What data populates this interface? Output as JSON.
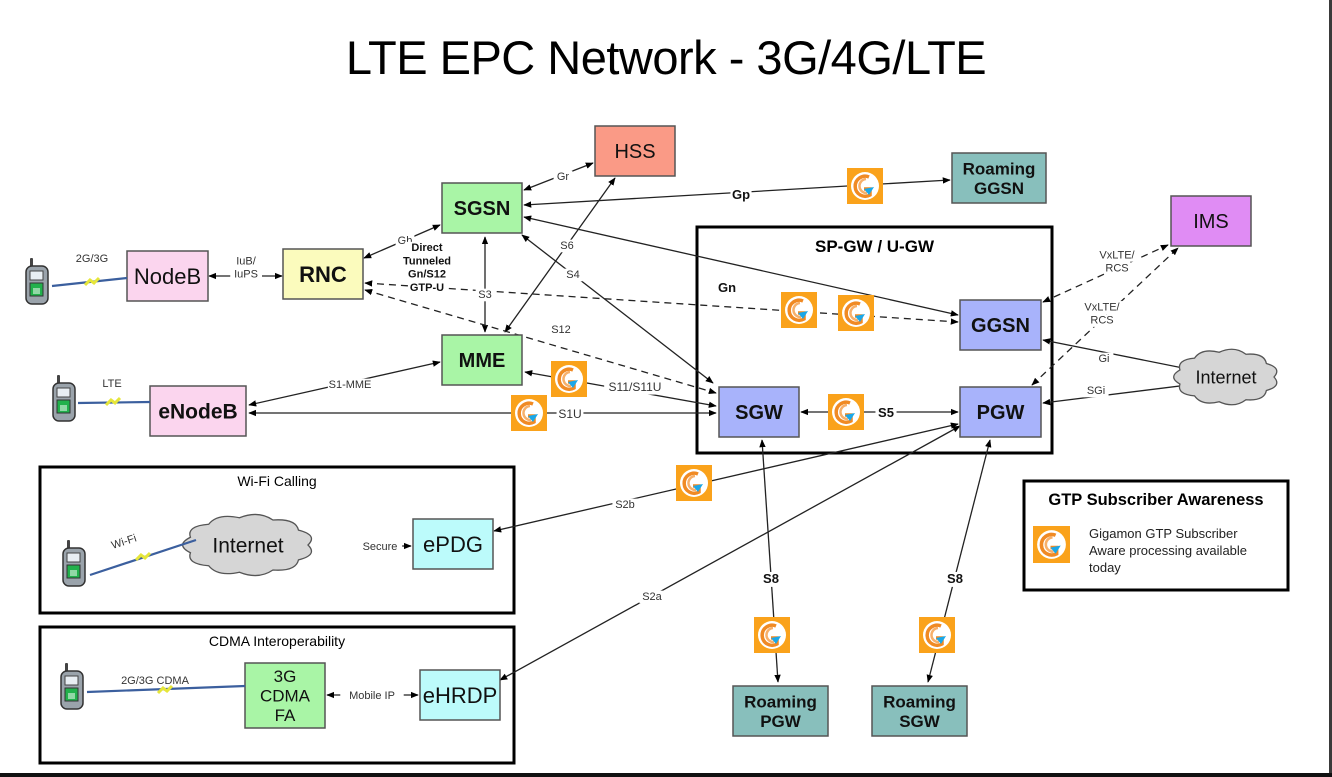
{
  "title": "LTE EPC Network - 3G/4G/LTE",
  "colors": {
    "pink": "#fbd5ee",
    "yellow": "#fbfbbd",
    "green": "#a9f5a6",
    "salmon": "#fa9a86",
    "teal": "#88bfbc",
    "blue": "#a8b3fb",
    "purple": "#e08cf4",
    "cyan": "#bcfbfb",
    "cloud": "#d6d6d6",
    "gigamon_orange": "#faa21b",
    "gigamon_blue": "#1aa7e8"
  },
  "nodes": [
    {
      "id": "nodeb",
      "label": [
        "NodeB"
      ],
      "color": "pink",
      "bold": false
    },
    {
      "id": "rnc",
      "label": [
        "RNC"
      ],
      "color": "yellow",
      "bold": true
    },
    {
      "id": "sgsn",
      "label": [
        "SGSN"
      ],
      "color": "green",
      "bold": true
    },
    {
      "id": "hss",
      "label": [
        "HSS"
      ],
      "color": "salmon",
      "bold": false
    },
    {
      "id": "roaming-ggsn",
      "label": [
        "Roaming",
        "GGSN"
      ],
      "color": "teal",
      "bold": true
    },
    {
      "id": "ims",
      "label": [
        "IMS"
      ],
      "color": "purple",
      "bold": false
    },
    {
      "id": "mme",
      "label": [
        "MME"
      ],
      "color": "green",
      "bold": true
    },
    {
      "id": "enodeb",
      "label": [
        "eNodeB"
      ],
      "color": "pink",
      "bold": true
    },
    {
      "id": "ggsn",
      "label": [
        "GGSN"
      ],
      "color": "blue",
      "bold": true
    },
    {
      "id": "sgw",
      "label": [
        "SGW"
      ],
      "color": "blue",
      "bold": true
    },
    {
      "id": "pgw",
      "label": [
        "PGW"
      ],
      "color": "blue",
      "bold": true
    },
    {
      "id": "epdg",
      "label": [
        "ePDG"
      ],
      "color": "cyan",
      "bold": false
    },
    {
      "id": "cdma-fa",
      "label": [
        "3G",
        "CDMA",
        "FA"
      ],
      "color": "green",
      "bold": false
    },
    {
      "id": "ehrdp",
      "label": [
        "eHRDP"
      ],
      "color": "cyan",
      "bold": false
    },
    {
      "id": "roaming-pgw",
      "label": [
        "Roaming",
        "PGW"
      ],
      "color": "teal",
      "bold": true
    },
    {
      "id": "roaming-sgw",
      "label": [
        "Roaming",
        "SGW"
      ],
      "color": "teal",
      "bold": true
    }
  ],
  "clouds": [
    {
      "id": "internet-main",
      "label": "Internet"
    },
    {
      "id": "internet-wifi",
      "label": "Internet"
    }
  ],
  "groups": [
    {
      "id": "sp-gw",
      "label": "SP-GW / U-GW",
      "bold": true
    },
    {
      "id": "wifi-calling",
      "label": "Wi-Fi Calling",
      "bold": false
    },
    {
      "id": "cdma-interop",
      "label": "CDMA Interoperability",
      "bold": false
    }
  ],
  "devices": [
    {
      "id": "ue-2g3g",
      "link_label": "2G/3G"
    },
    {
      "id": "ue-lte",
      "link_label": "LTE"
    },
    {
      "id": "ue-wifi",
      "link_label": "Wi-Fi"
    },
    {
      "id": "ue-cdma",
      "link_label": "2G/3G CDMA"
    }
  ],
  "interfaces": [
    {
      "id": "iub",
      "label": [
        "IuB/",
        "IuPS"
      ],
      "bold": false
    },
    {
      "id": "gb",
      "label": [
        "Gb"
      ],
      "bold": false
    },
    {
      "id": "gr",
      "label": [
        "Gr"
      ],
      "bold": false
    },
    {
      "id": "gp",
      "label": [
        "Gp"
      ],
      "bold": true
    },
    {
      "id": "gn",
      "label": [
        "Gn"
      ],
      "bold": true
    },
    {
      "id": "s3",
      "label": [
        "S3"
      ],
      "bold": false
    },
    {
      "id": "s6",
      "label": [
        "S6"
      ],
      "bold": false
    },
    {
      "id": "s4",
      "label": [
        "S4"
      ],
      "bold": false
    },
    {
      "id": "s12",
      "label": [
        "S12"
      ],
      "bold": false
    },
    {
      "id": "direct-tunnel",
      "label": [
        "Direct",
        "Tunneled",
        "Gn/S12",
        "GTP-U"
      ],
      "bold": true
    },
    {
      "id": "s1-mme",
      "label": [
        "S1-MME"
      ],
      "bold": false
    },
    {
      "id": "s11",
      "label": [
        "S11/S11U"
      ],
      "bold": false
    },
    {
      "id": "s1u",
      "label": [
        "S1U"
      ],
      "bold": false
    },
    {
      "id": "s5",
      "label": [
        "S5"
      ],
      "bold": true
    },
    {
      "id": "vxlte-1",
      "label": [
        "VxLTE/",
        "RCS"
      ],
      "bold": false
    },
    {
      "id": "vxlte-2",
      "label": [
        "VxLTE/",
        "RCS"
      ],
      "bold": false
    },
    {
      "id": "gi",
      "label": [
        "Gi"
      ],
      "bold": false
    },
    {
      "id": "sgi",
      "label": [
        "SGi"
      ],
      "bold": false
    },
    {
      "id": "s2b",
      "label": [
        "S2b"
      ],
      "bold": false
    },
    {
      "id": "s2a",
      "label": [
        "S2a"
      ],
      "bold": false
    },
    {
      "id": "s8-pgw",
      "label": [
        "S8"
      ],
      "bold": true
    },
    {
      "id": "s8-sgw",
      "label": [
        "S8"
      ],
      "bold": true
    },
    {
      "id": "secure",
      "label": [
        "Secure"
      ],
      "bold": false
    },
    {
      "id": "mobile-ip",
      "label": [
        "Mobile IP"
      ],
      "bold": false
    }
  ],
  "legend": {
    "title": "GTP Subscriber Awareness",
    "icon": "gigamon-gtp-icon",
    "text": [
      "Gigamon GTP Subscriber",
      "Aware processing available",
      "today"
    ]
  }
}
